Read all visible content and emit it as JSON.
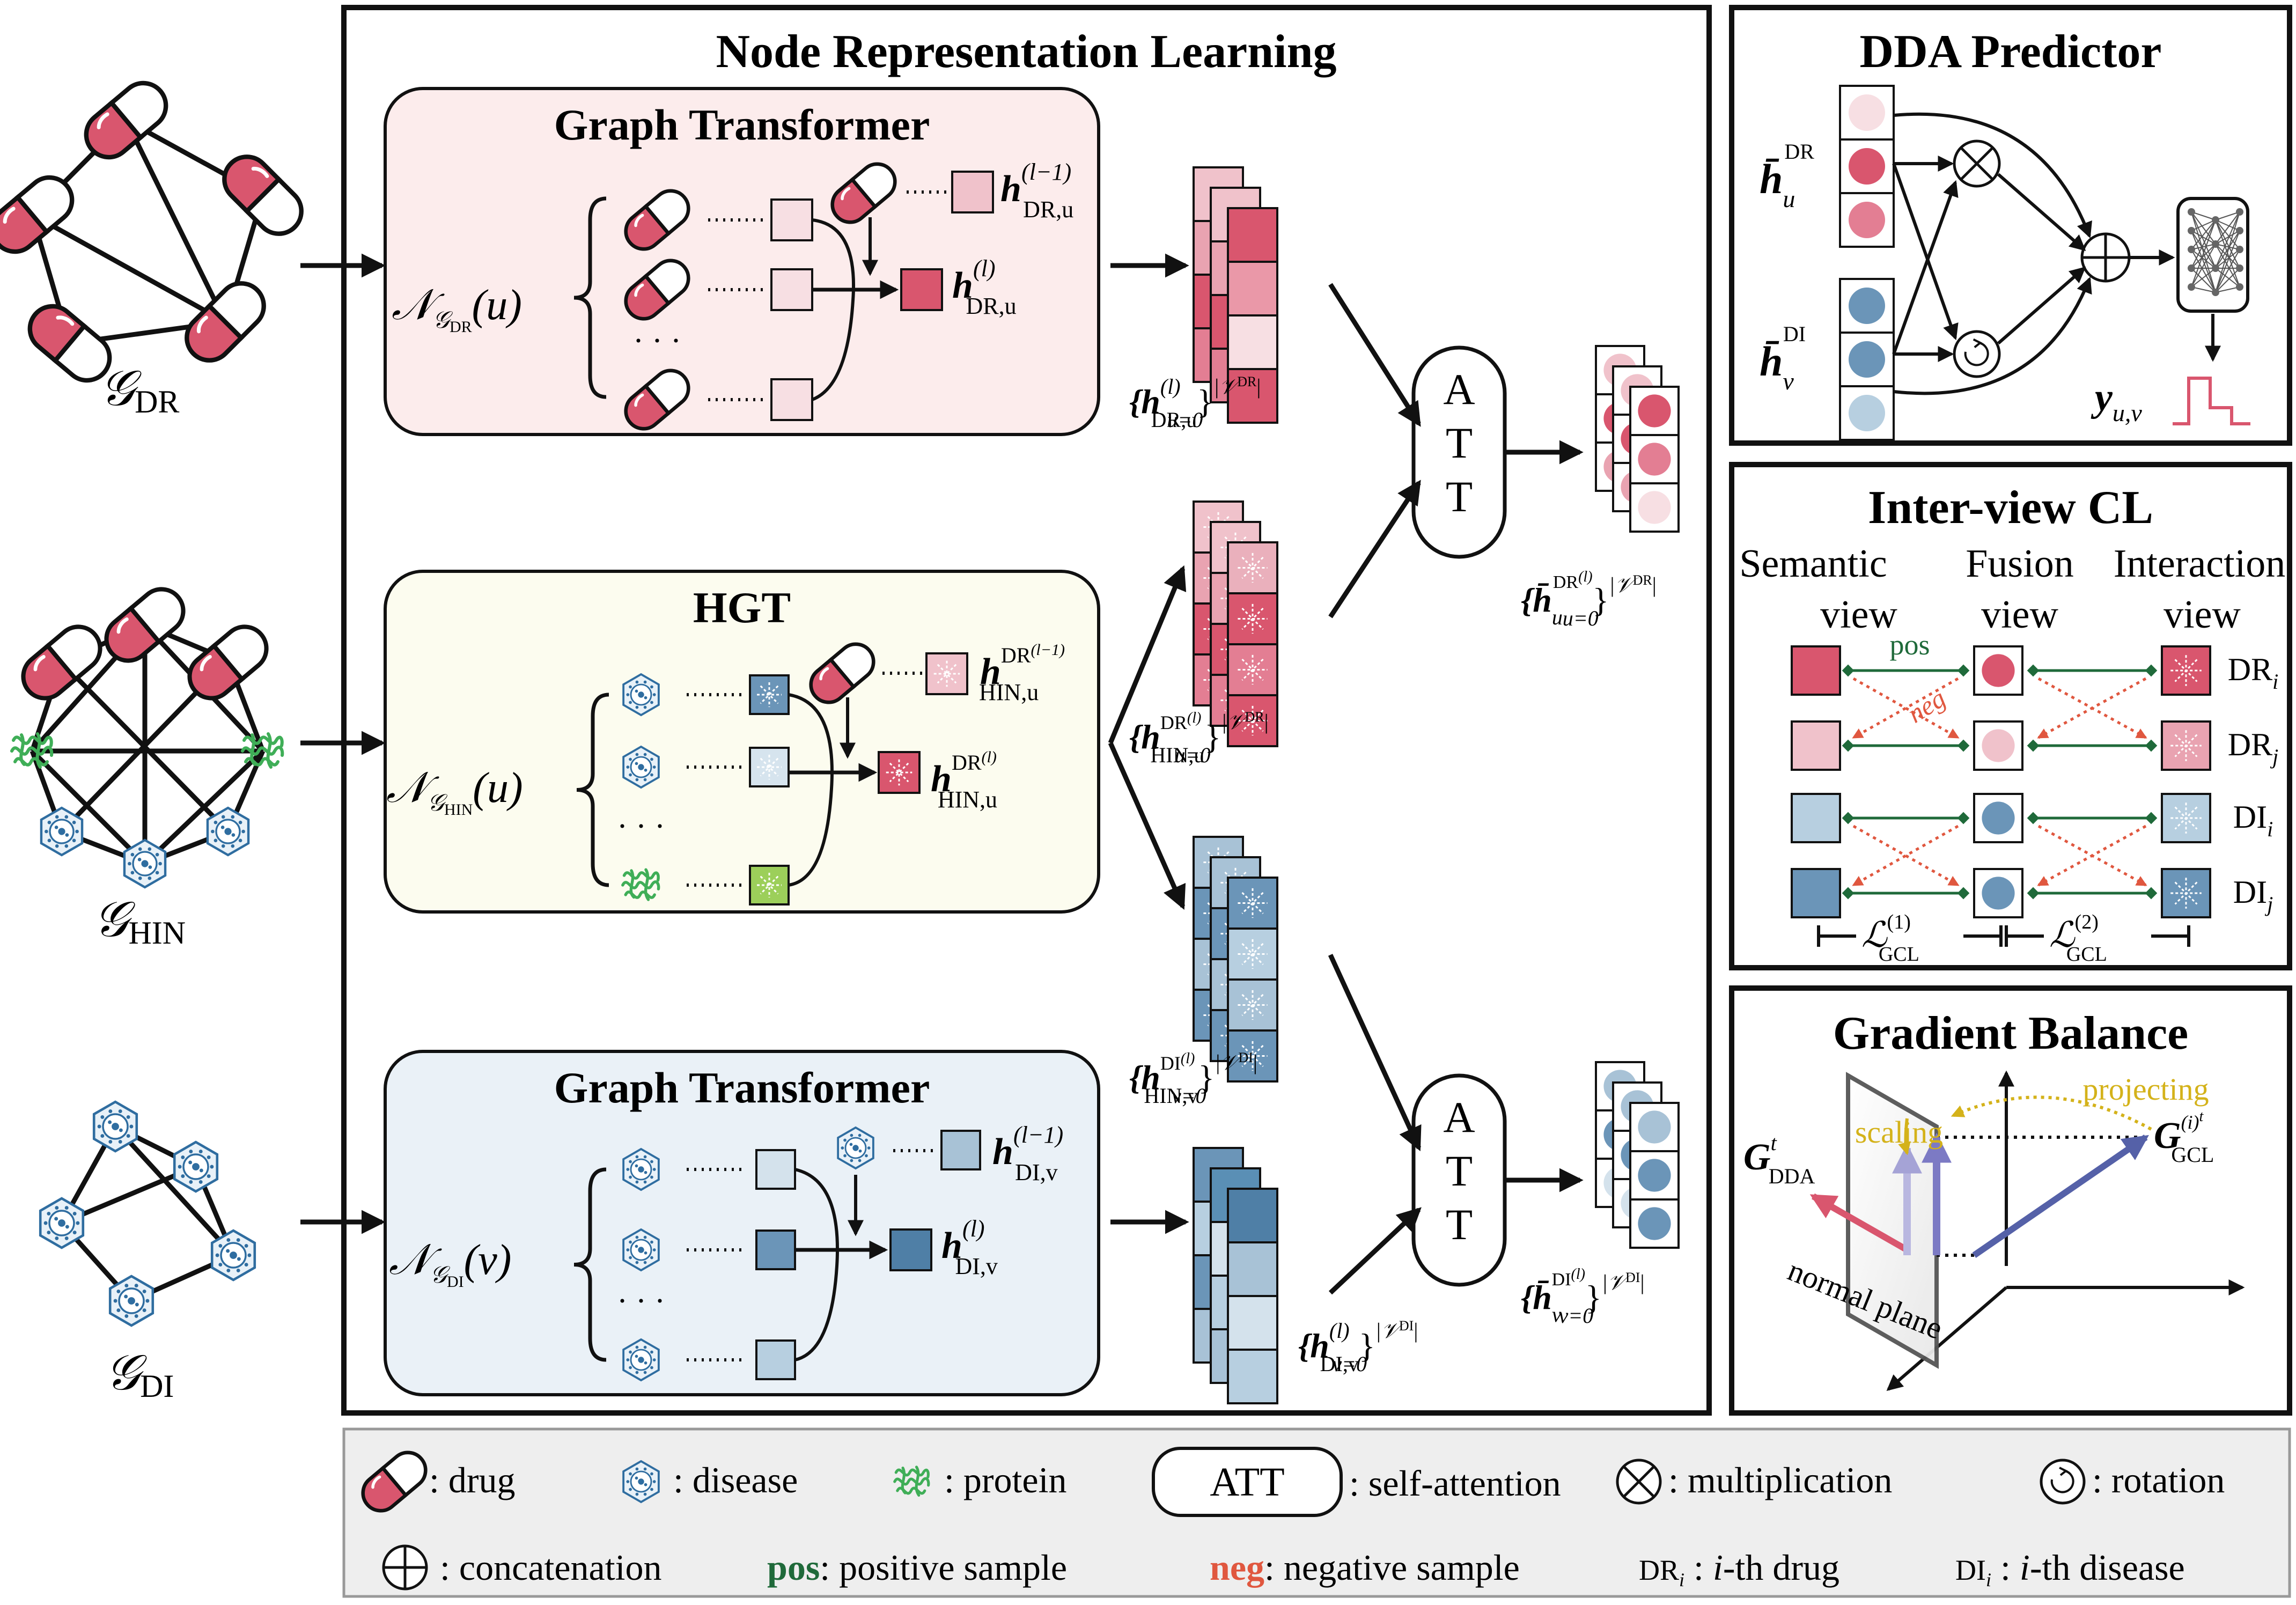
{
  "colors": {
    "drug": "#d9566e",
    "drug_light": "#f0c2cb",
    "drug_pale": "#f7dfe3",
    "disease": "#5a8fb5",
    "disease_light": "#b7cfe0",
    "protein": "#3fae57",
    "pos": "#1f6a3a",
    "neg": "#e0573f",
    "gold": "#d4b21a",
    "panel_pink": "#fcecec",
    "panel_yellow": "#fcfcef",
    "panel_blue": "#eaf1f7",
    "legend_bg": "#eeeeee"
  },
  "graphs": {
    "dr": {
      "label": "𝒢",
      "sub": "DR"
    },
    "hin": {
      "label": "𝒢",
      "sub": "HIN"
    },
    "di": {
      "label": "𝒢",
      "sub": "DI"
    }
  },
  "nrl": {
    "title": "Node Representation Learning",
    "gt1": {
      "title": "Graph Transformer",
      "neigh": "𝒩",
      "neigh_sub": "𝒢",
      "neigh_subsub": "DR",
      "neigh_arg": "(u)",
      "prev_h": "h",
      "prev_sup": "(l−1)",
      "prev_sub": "DR,u",
      "cur_h": "h",
      "cur_sup": "(l)",
      "cur_sub": "DR,u"
    },
    "hgt": {
      "title": "HGT",
      "neigh": "𝒩",
      "neigh_sub": "𝒢",
      "neigh_subsub": "HIN",
      "neigh_arg": "(u)",
      "prev_h": "h",
      "prev_sup": "DR",
      "prev_supsup": "(l−1)",
      "prev_sub": "HIN,u",
      "cur_h": "h",
      "cur_sup": "DR",
      "cur_supsup": "(l)",
      "cur_sub": "HIN,u"
    },
    "gt2": {
      "title": "Graph Transformer",
      "neigh": "𝒩",
      "neigh_sub": "𝒢",
      "neigh_subsub": "DI",
      "neigh_arg": "(v)",
      "prev_h": "h",
      "prev_sup": "(l−1)",
      "prev_sub": "DI,v",
      "cur_h": "h",
      "cur_sup": "(l)",
      "cur_sub": "DI,v"
    },
    "set_dr": "{h",
    "set_dr_sup": "(l)",
    "set_dr_sub": "DR,u",
    "set_dr_bound": "}",
    "set_dr_lim_top": "|𝒱",
    "set_dr_lim_topsup": "DR",
    "set_dr_lim_topend": "|",
    "set_dr_lim_bot": "u=0",
    "set_hin_dr": "{h",
    "set_hin_dr_sup": "DR",
    "set_hin_dr_supsup": "(l)",
    "set_hin_dr_sub": "HIN,u",
    "set_hin_dr_lim_top": "|𝒱",
    "set_hin_dr_lim_topsup": "DR",
    "set_hin_dr_lim_bot": "u=0",
    "set_hin_di": "{h",
    "set_hin_di_sup": "DI",
    "set_hin_di_supsup": "(l)",
    "set_hin_di_sub": "HIN,v",
    "set_hin_di_lim_top": "|𝒱",
    "set_hin_di_lim_topsup": "DI",
    "set_hin_di_lim_bot": "v=0",
    "set_di": "{h",
    "set_di_sup": "(l)",
    "set_di_sub": "DI,v",
    "set_di_lim_top": "|𝒱",
    "set_di_lim_topsup": "DI",
    "set_di_lim_bot": "v=0",
    "att1": [
      "A",
      "T",
      "T"
    ],
    "att2": [
      "A",
      "T",
      "T"
    ],
    "out_dr": "{h̄",
    "out_dr_sub": "u",
    "out_dr_sup": "DR",
    "out_dr_supsup": "(l)",
    "out_dr_lim_top": "|𝒱",
    "out_dr_lim_topsup": "DR",
    "out_dr_lim_bot": "u=0",
    "out_di": "{h̄",
    "out_di_sub": "v",
    "out_di_sup": "DI",
    "out_di_supsup": "(l)",
    "out_di_lim_top": "|𝒱",
    "out_di_lim_topsup": "DI",
    "out_di_lim_bot": "v=0",
    "dots": "· · ·"
  },
  "dda": {
    "title": "DDA Predictor",
    "hu": "h̄",
    "hu_sub": "u",
    "hu_sup": "DR",
    "hv": "h̄",
    "hv_sub": "v",
    "hv_sup": "DI",
    "y": "y",
    "y_sub": "u,v"
  },
  "cl": {
    "title": "Inter-view CL",
    "views": [
      "Semantic",
      "Fusion",
      "Interaction"
    ],
    "view_word": "view",
    "pos": "pos",
    "neg": "neg",
    "rows": [
      {
        "lab": "DR",
        "sub": "i"
      },
      {
        "lab": "DR",
        "sub": "j"
      },
      {
        "lab": "DI",
        "sub": "i"
      },
      {
        "lab": "DI",
        "sub": "j"
      }
    ],
    "loss1": "ℒ",
    "loss1_sup": "(1)",
    "loss1_sub": "GCL",
    "loss2": "ℒ",
    "loss2_sup": "(2)",
    "loss2_sub": "GCL"
  },
  "gb": {
    "title": "Gradient Balance",
    "projecting": "projecting",
    "scaling": "scaling",
    "g_dda": "G",
    "g_dda_sup": "t",
    "g_dda_sub": "DDA",
    "g_gcl": "G",
    "g_gcl_sup": "(i)",
    "g_gcl_supsup": "t",
    "g_gcl_sub": "GCL",
    "normal_plane": "normal plane"
  },
  "legend": {
    "drug": ": drug",
    "disease": ": disease",
    "protein": ": protein",
    "att_box": "ATT",
    "self_attention": ": self-attention",
    "multiplication": ": multiplication",
    "rotation": ": rotation",
    "concatenation": ": concatenation",
    "pos": "pos",
    "pos_desc": ": positive sample",
    "neg": "neg",
    "neg_desc": ": negative sample",
    "dri": "DR",
    "dri_sub": "i",
    "dri_desc": " : ",
    "dri_it": "i",
    "dri_rest": "-th drug",
    "dii": "DI",
    "dii_sub": "i",
    "dii_desc": " : ",
    "dii_it": "i",
    "dii_rest": "-th disease"
  }
}
